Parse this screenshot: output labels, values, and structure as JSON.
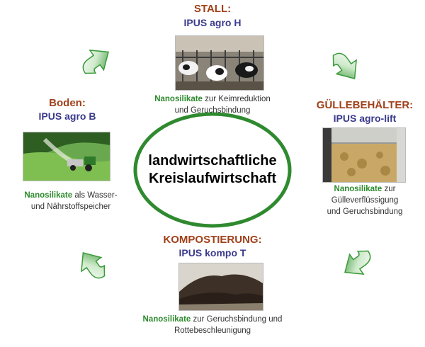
{
  "center": {
    "line1": "landwirtschaftliche",
    "line2": "Kreislaufwirtschaft"
  },
  "colors": {
    "title": "#a0401a",
    "product": "#3a3a8c",
    "highlight": "#2d8a2d",
    "arrow": "#3a9a3a",
    "ellipse": "#2f8a2f"
  },
  "stations": {
    "stall": {
      "title": "STALL:",
      "product": "IPUS agro H",
      "highlight": "Nanosilikate",
      "desc1": " zur Keimreduktion",
      "desc2": "und Geruchsbindung"
    },
    "guelle": {
      "title": "GÜLLEBEHÄLTER:",
      "product": "IPUS agro-lift",
      "highlight": "Nanosilikate",
      "desc1": " zur",
      "desc2": "Gülleverflüssigung",
      "desc3": "und Geruchsbindung"
    },
    "kompost": {
      "title": "KOMPOSTIERUNG:",
      "product": "IPUS kompo T",
      "highlight": "Nanosilikate",
      "desc1": " zur Geruchsbindung und",
      "desc2": "Rottebeschleunigung"
    },
    "boden": {
      "title": "Boden:",
      "product": "IPUS agro B",
      "highlight": "Nanosilikate",
      "desc1": " als Wasser-",
      "desc2": "und Nährstoffspeicher"
    }
  }
}
